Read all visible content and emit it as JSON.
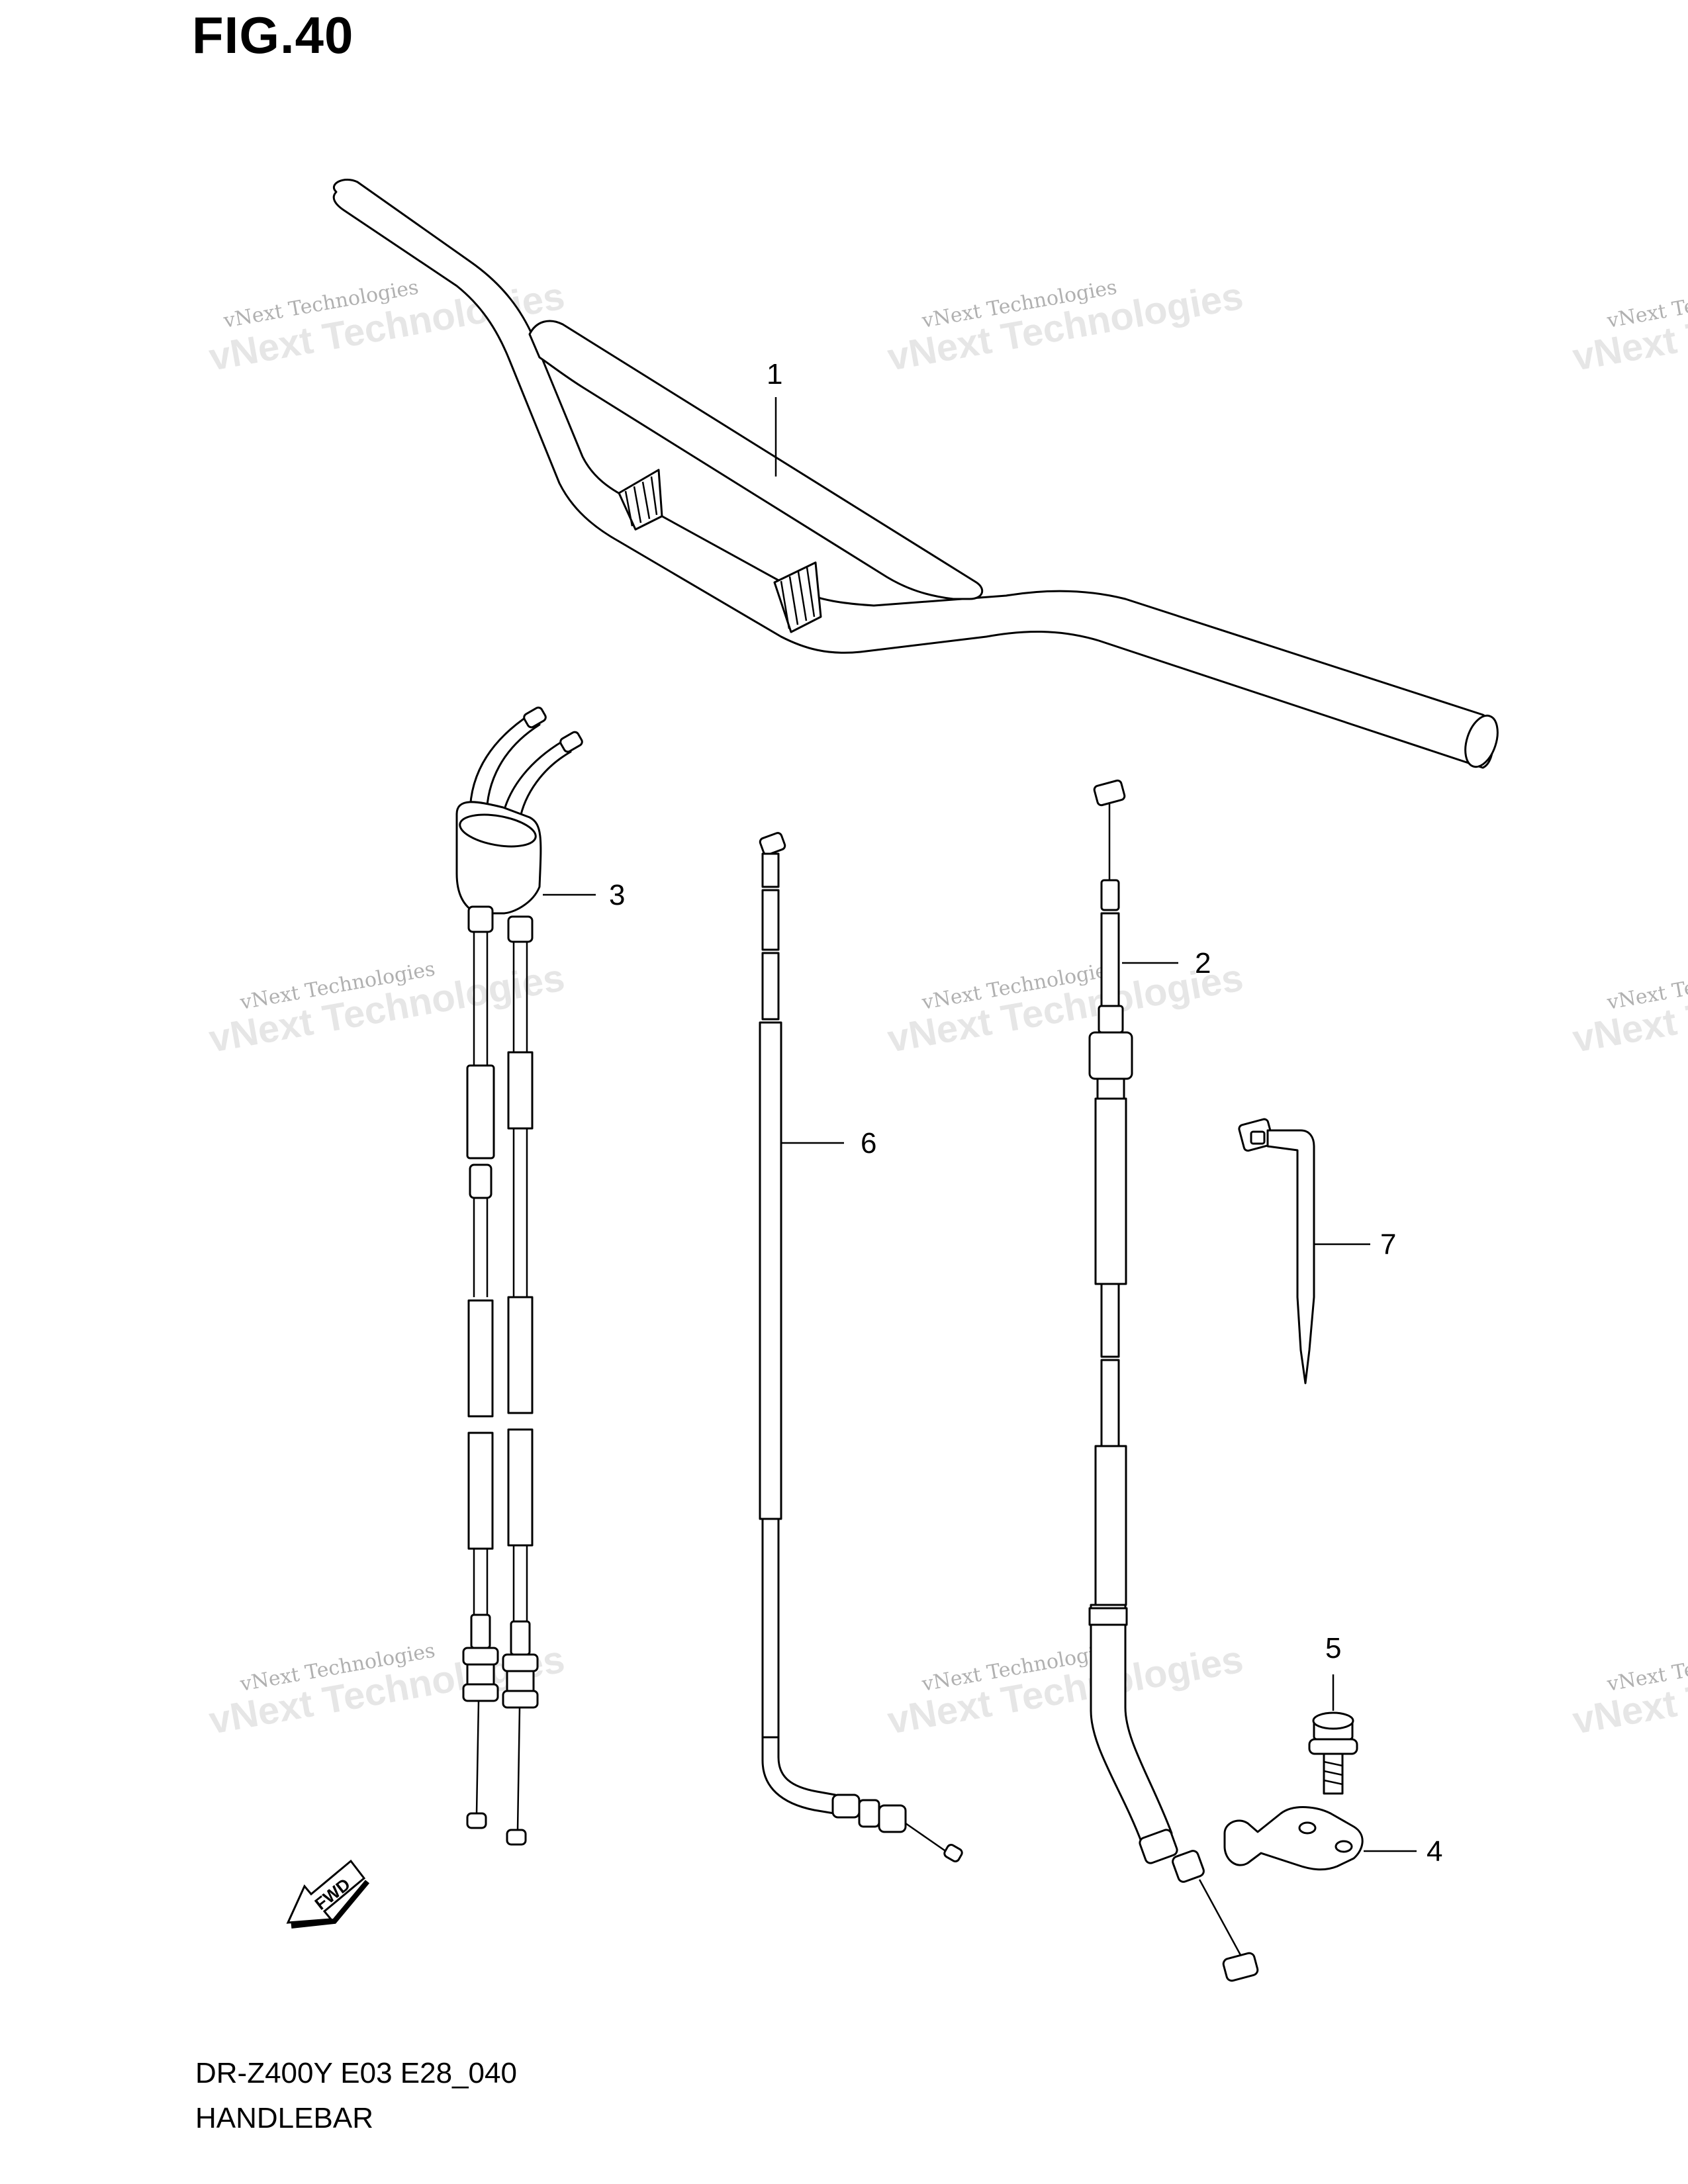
{
  "figure": {
    "title": "FIG.40"
  },
  "footer": {
    "model_code": "DR-Z400Y E03 E28_040",
    "section_name": "HANDLEBAR"
  },
  "watermark": {
    "line1": "vNext Technologies",
    "line2": "vNext Technologies"
  },
  "fwd_label": "FWD",
  "callouts": [
    "1",
    "2",
    "3",
    "4",
    "5",
    "6",
    "7"
  ]
}
